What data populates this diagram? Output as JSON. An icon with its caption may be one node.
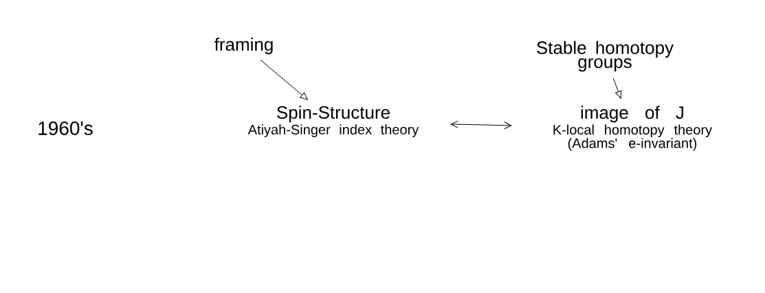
{
  "diagram": {
    "nodes": [
      {
        "text": [
          "framing"
        ]
      },
      {
        "text": [
          "Stable homotopy groups"
        ]
      },
      {
        "text": [
          "Spin-Structure",
          "Atiyah-Singer index theory"
        ]
      },
      {
        "text": [
          "image of J",
          "K-local homotopy theory (Adams' e-invariant)"
        ]
      }
    ],
    "edges": [
      {
        "from": 0,
        "to": 2,
        "arrow": "to"
      },
      {
        "from": 1,
        "to": 3,
        "arrow": "to"
      },
      {
        "from": 2,
        "to": 3,
        "arrow": "both"
      }
    ],
    "labels": [
      "1960's"
    ]
  }
}
